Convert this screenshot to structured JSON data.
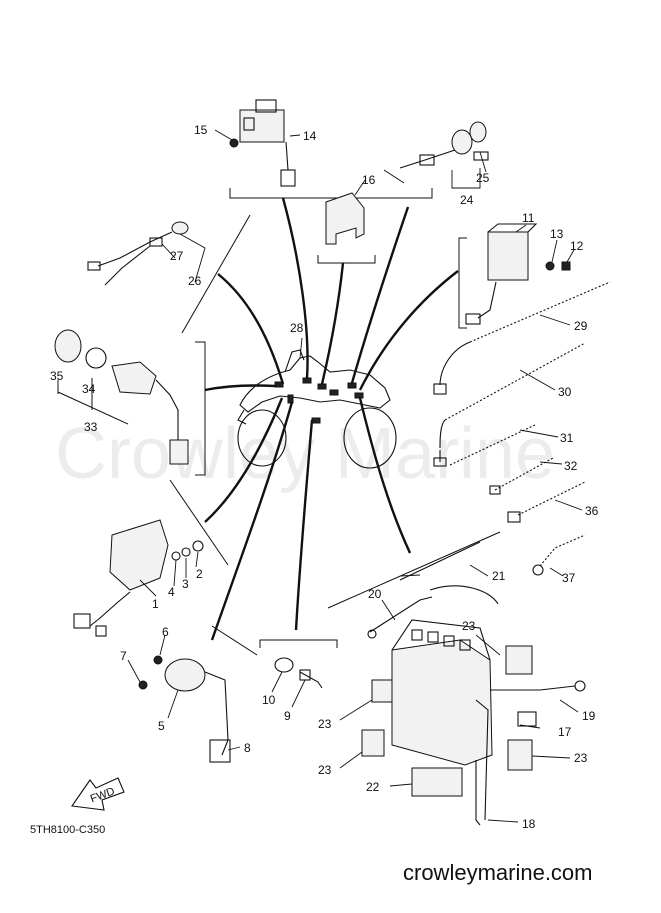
{
  "watermark": "Crowley Marine",
  "diagram_code": "5TH8100-C350",
  "site": "crowleymarine.com",
  "fwd_label": "FWD",
  "part_numbers": [
    "1",
    "2",
    "3",
    "4",
    "5",
    "6",
    "7",
    "8",
    "9",
    "10",
    "11",
    "12",
    "13",
    "14",
    "15",
    "16",
    "17",
    "18",
    "19",
    "20",
    "21",
    "22",
    "23",
    "23",
    "23",
    "23",
    "23",
    "24",
    "25",
    "26",
    "27",
    "28",
    "29",
    "30",
    "31",
    "32",
    "33",
    "34",
    "35",
    "36",
    "37"
  ],
  "colors": {
    "line": "#111111",
    "watermark": "#ececec",
    "background": "#ffffff"
  }
}
